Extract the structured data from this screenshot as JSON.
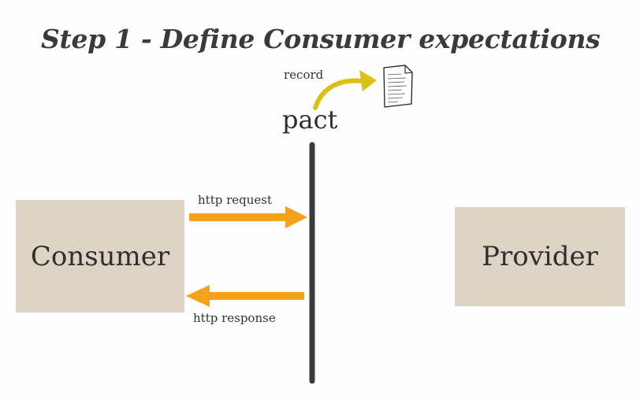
{
  "title": "Step 1 - Define Consumer expectations",
  "nodes": {
    "consumer": "Consumer",
    "provider": "Provider",
    "pact": "pact"
  },
  "edges": {
    "record": "record",
    "request": "http request",
    "response": "http response"
  },
  "icons": {
    "document": "document-icon"
  },
  "colors": {
    "box_fill": "#ddd4c5",
    "arrow_orange": "#f5a21b",
    "arrow_yellow": "#dcc115",
    "pact_line": "#3a3a3a"
  }
}
